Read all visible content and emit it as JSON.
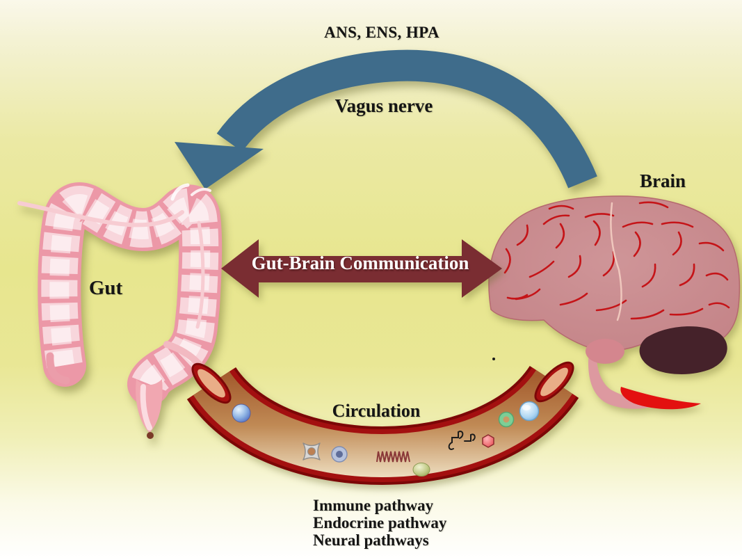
{
  "figure": {
    "top_label": "ANS, ENS, HPA",
    "vagus_label": "Vagus nerve",
    "brain_label": "Brain",
    "gut_label": "Gut",
    "center_arrow_label": "Gut-Brain Communication",
    "circulation_label": "Circulation",
    "pathway_lines": [
      "Immune pathway",
      "Endocrine pathway",
      "Neural pathways"
    ]
  },
  "icons": {
    "vagus_arrow": "curved-arrow-brain-to-gut",
    "center_arrow": "double-headed-arrow",
    "vessel_contents": [
      "blue-cell-sphere",
      "platelet-star",
      "immune-cell",
      "protein-coil",
      "olive-cell-sphere",
      "molecule-steps",
      "red-blood-cell",
      "cytokine-ring",
      "light-blue-cell-sphere"
    ]
  },
  "colors": {
    "background_mid": "#e7e68e",
    "vagus_arrow": "#3f6c8b",
    "center_arrow": "#7a2d32",
    "center_arrow_text": "#ffffff",
    "vessel_wall": "#9a0d0d",
    "vessel_interior_top": "#a45c2e",
    "vessel_interior_bottom": "#f1e4c8",
    "brain_fill": "#ca8d8e",
    "brain_vessels": "#c51418",
    "cerebellum": "#45222a",
    "gut_fill": "#ec98a7",
    "label_text": "#151515"
  }
}
